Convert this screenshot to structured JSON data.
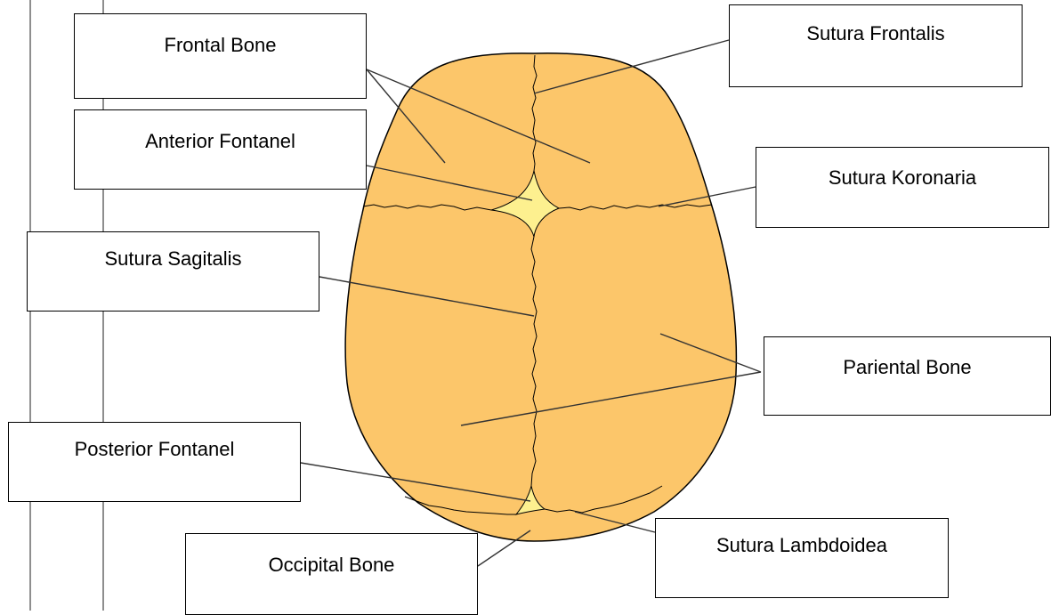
{
  "labels": {
    "frontal_bone": "Frontal Bone",
    "sutura_frontalis": "Sutura Frontalis",
    "anterior_fontanel": "Anterior Fontanel",
    "sutura_koronaria": "Sutura Koronaria",
    "sutura_sagitalis": "Sutura Sagitalis",
    "pariental_bone": "Pariental Bone",
    "posterior_fontanel": "Posterior Fontanel",
    "occipital_bone": "Occipital Bone",
    "sutura_lambdoidea": "Sutura Lambdoidea"
  },
  "colors": {
    "bone_fill": "#FCC66A",
    "bone_outline": "#000000",
    "fontanel_fill": "#FDF08F",
    "leader_line": "#333333",
    "page_background": "#FFFFFF"
  }
}
